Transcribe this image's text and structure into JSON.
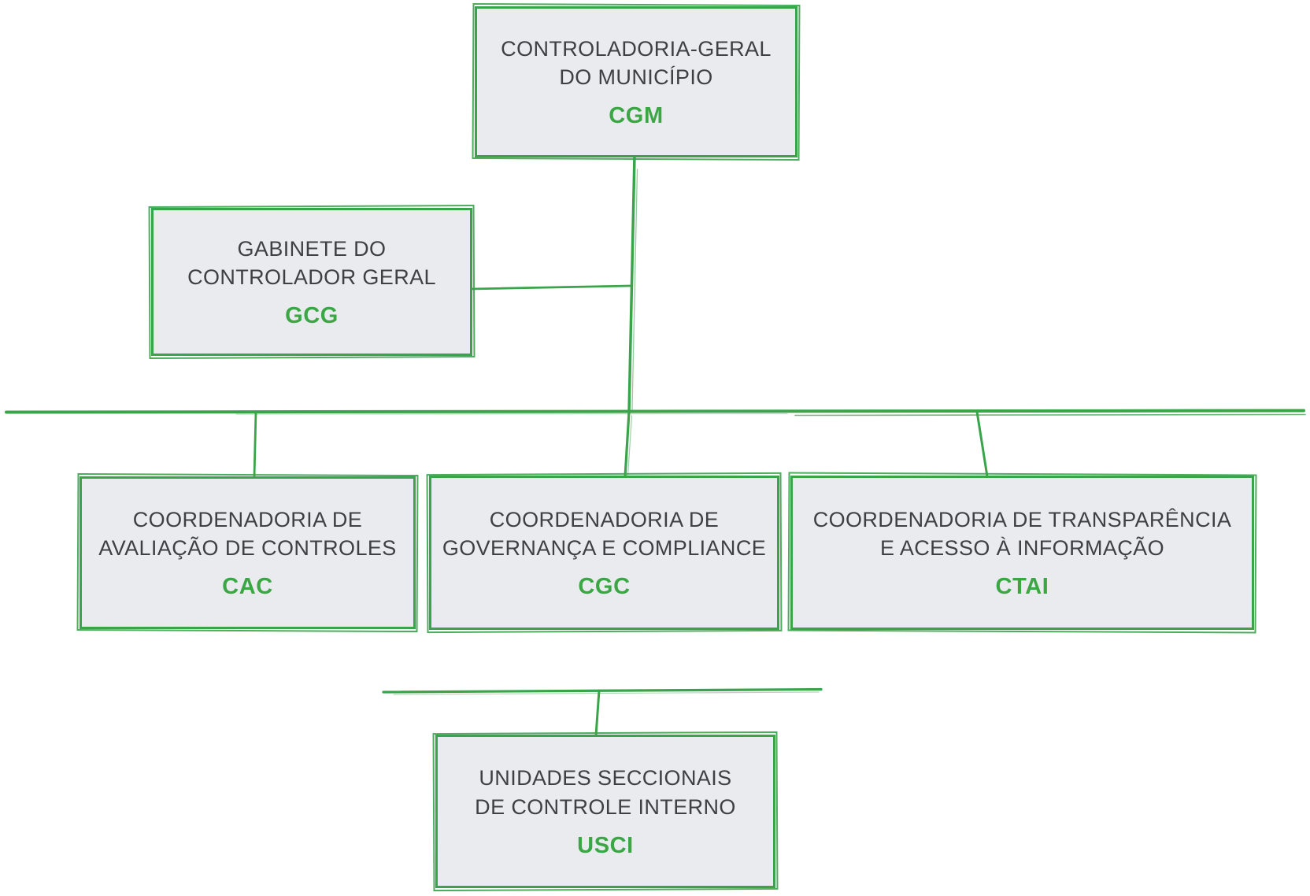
{
  "colors": {
    "line_green": "#3aa44b",
    "acronym_green": "#3aa644",
    "box_fill": "#e9ebee",
    "title_text": "#3e4043",
    "background": "#ffffff"
  },
  "nodes": {
    "cgm": {
      "line1": "CONTROLADORIA-GERAL",
      "line2": "DO MUNICÍPIO",
      "acronym": "CGM"
    },
    "gcg": {
      "line1": "GABINETE DO",
      "line2": "CONTROLADOR GERAL",
      "acronym": "GCG"
    },
    "cac": {
      "line1": "COORDENADORIA DE",
      "line2": "AVALIAÇÃO DE CONTROLES",
      "acronym": "CAC"
    },
    "cgc": {
      "line1": "COORDENADORIA DE",
      "line2": "GOVERNANÇA E COMPLIANCE",
      "acronym": "CGC"
    },
    "ctai": {
      "line1": "COORDENADORIA DE TRANSPARÊNCIA",
      "line2": "E ACESSO À INFORMAÇÃO",
      "acronym": "CTAI"
    },
    "usci": {
      "line1": "UNIDADES SECCIONAIS",
      "line2": "DE CONTROLE INTERNO",
      "acronym": "USCI"
    }
  }
}
